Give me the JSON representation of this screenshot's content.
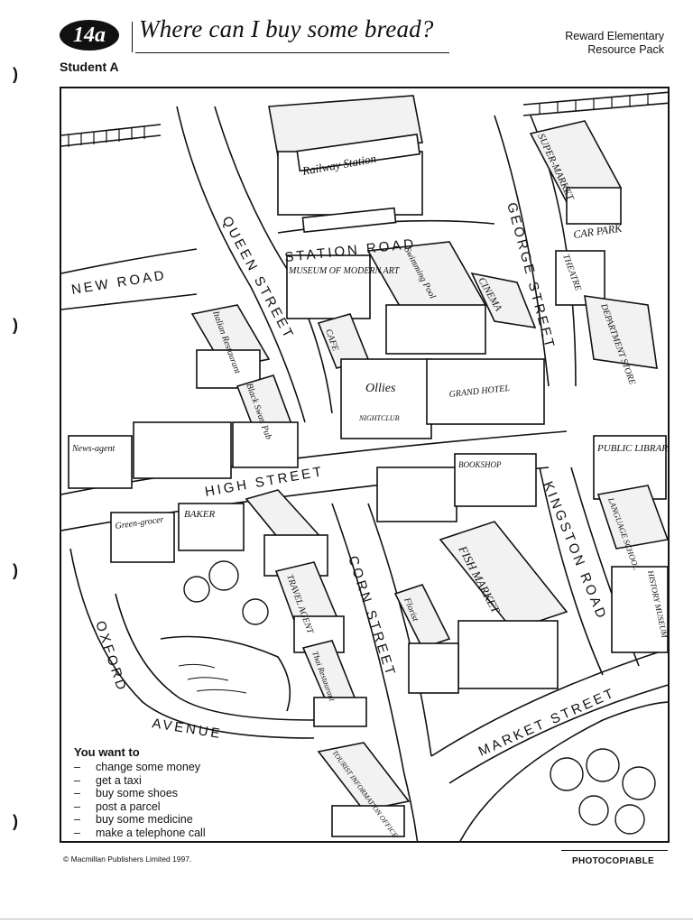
{
  "header": {
    "unit": "14a",
    "title": "Where can I buy some bread?",
    "publisher_line1": "Reward Elementary",
    "publisher_line2": "Resource Pack",
    "student": "Student A"
  },
  "map": {
    "streets": {
      "new_road": "NEW ROAD",
      "queen_street": "QUEEN STREET",
      "station_road": "STATION ROAD",
      "george_street": "GEORGE STREET",
      "high_street": "HIGH STREET",
      "kingston_road": "KINGSTON ROAD",
      "corn_street": "CORN STREET",
      "oxford": "OXFORD",
      "avenue": "AVENUE",
      "market_street": "MARKET STREET"
    },
    "places": {
      "railway_station": "Railway Station",
      "supermarket": "SUPER-MARKET",
      "car_park": "CAR PARK",
      "museum_modern_art": "MUSEUM OF MODERN ART",
      "swimming_pool": "Swimming Pool",
      "cinema": "CINEMA",
      "theatre": "THEATRE",
      "department_store": "DEPARTMENT STORE",
      "italian_restaurant": "Italian Restaurant",
      "cafe": "CAFE",
      "ollies": "Ollies",
      "nightclub": "NIGHTCLUB",
      "grand_hotel": "GRAND HOTEL",
      "black_swan_pub": "Black Swan Pub",
      "newsagent": "News-agent",
      "public_library": "PUBLIC LIBRARY",
      "bookshop": "BOOKSHOP",
      "language_school": "LANGUAGE SCHOOL",
      "greengrocer": "Green-grocer",
      "baker": "BAKER",
      "travel_agent": "TRAVEL AGENT",
      "fish_market": "FISH MARKET",
      "florist": "Florist",
      "history_museum": "HISTORY MUSEUM",
      "thai_restaurant": "Thai Restaurant",
      "tourist_office": "TOURIST INFORMATION OFFICE"
    }
  },
  "tasks": {
    "title": "You want to",
    "items": [
      "change some money",
      "get a taxi",
      "buy some shoes",
      "post a parcel",
      "buy some medicine",
      "make a telephone call"
    ]
  },
  "footer": {
    "copyright": "© Macmillan Publishers Limited 1997.",
    "photocopiable": "PHOTOCOPIABLE"
  }
}
